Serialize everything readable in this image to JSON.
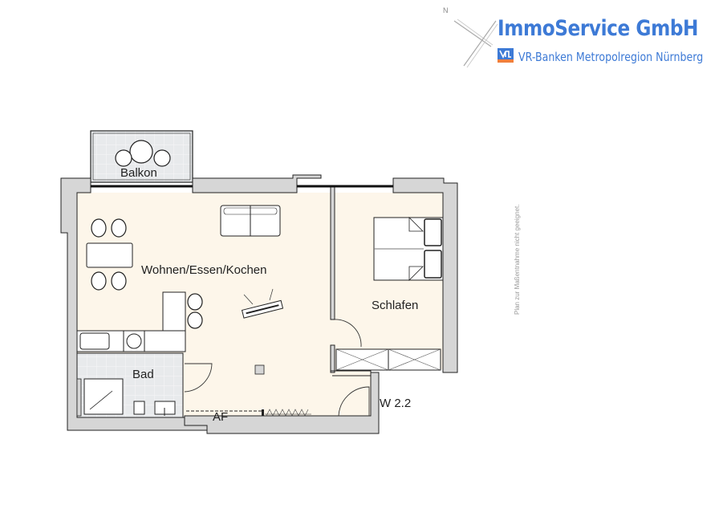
{
  "brand": {
    "name": "ImmoService GmbH",
    "subtitle": "VR-Banken Metropolregion Nürnberg",
    "compass_label": "N",
    "accent_color": "#3d7ad6",
    "vr_orange": "#f07f3c"
  },
  "disclaimer": "Plan zur Maßentnahme nicht geeignet.",
  "rooms": {
    "balkon": "Balkon",
    "wohnen": "Wohnen/Essen/Kochen",
    "schlafen": "Schlafen",
    "bad": "Bad",
    "af": "AF",
    "unit": "W 2.2"
  },
  "colors": {
    "floor": "#fdf6ea",
    "wall": "#d6d6d6",
    "tile": "#e6e8ea",
    "line": "#222222"
  }
}
